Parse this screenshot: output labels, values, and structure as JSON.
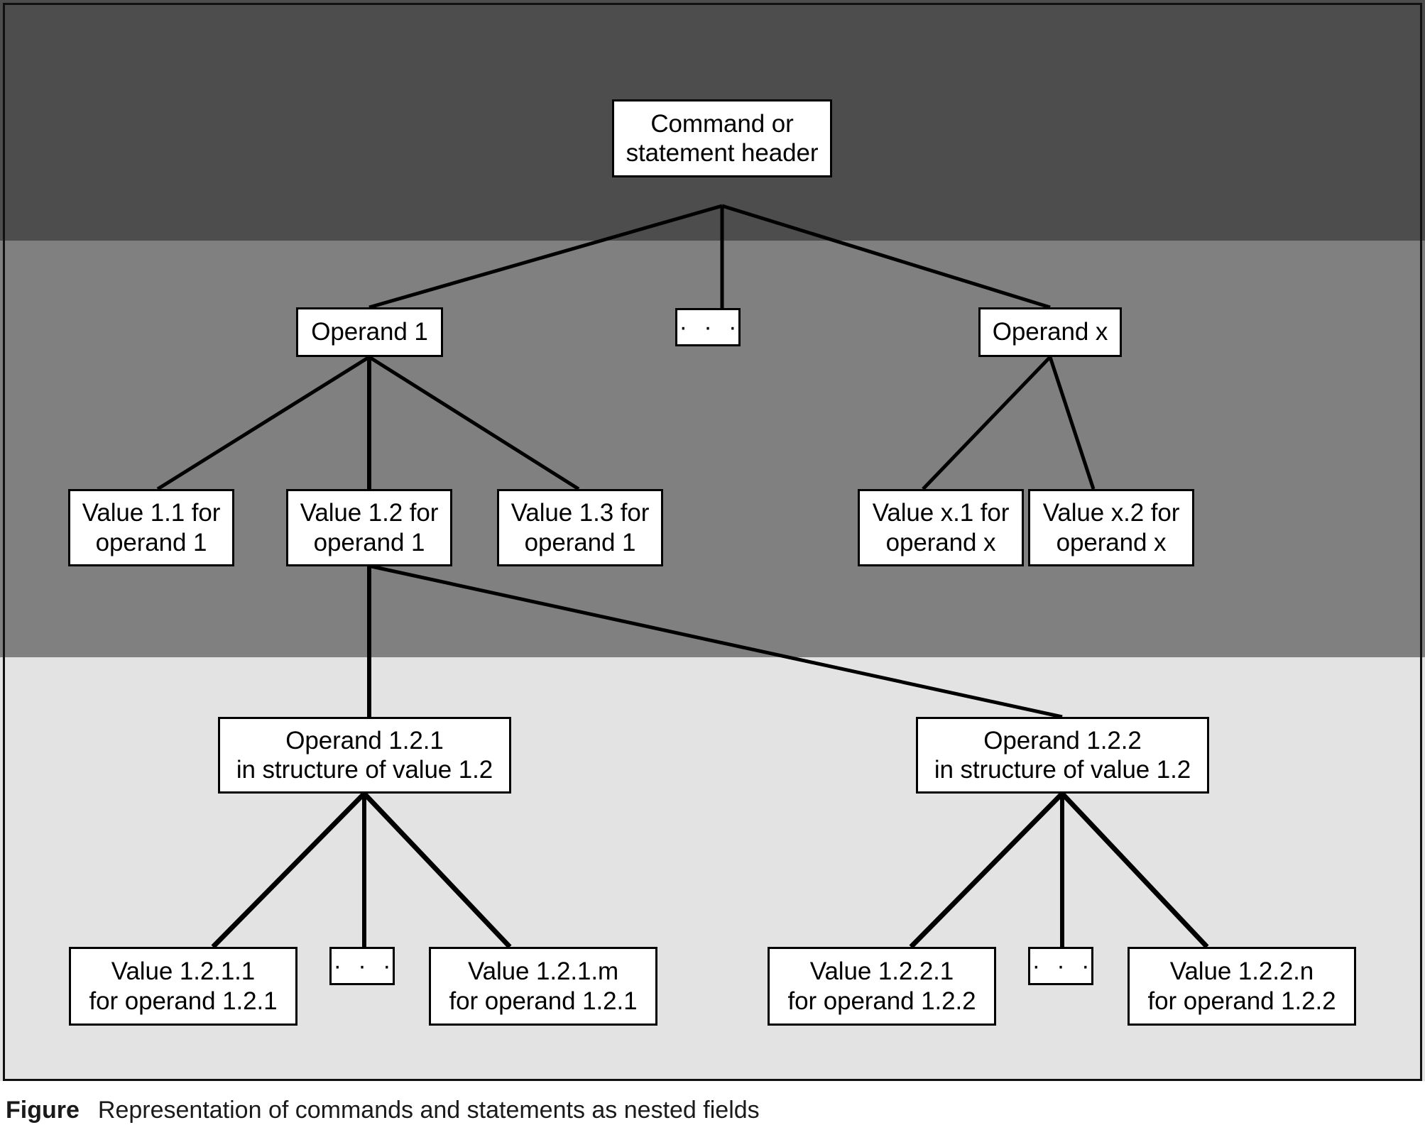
{
  "figure": {
    "caption_label": "Figure",
    "caption_text": "Representation of commands and statements as nested fields",
    "bands": [
      {
        "name": "header-level-band",
        "color": "#4d4d4d"
      },
      {
        "name": "operand-level-band",
        "color": "#808080"
      },
      {
        "name": "nested-operand-level-band",
        "color": "#e3e3e3"
      }
    ],
    "border_color": "#111111",
    "node_fill": "#ffffff",
    "node_stroke": "#000000"
  },
  "nodes": {
    "header": {
      "line1": "Command or",
      "line2": "statement header"
    },
    "operand1": {
      "line1": "Operand 1"
    },
    "operand_ellipsis": {
      "line1": "· · ·"
    },
    "operandx": {
      "line1": "Operand x"
    },
    "value11": {
      "line1": "Value 1.1 for",
      "line2": "operand 1"
    },
    "value12": {
      "line1": "Value 1.2 for",
      "line2": "operand 1"
    },
    "value13": {
      "line1": "Value 1.3 for",
      "line2": "operand 1"
    },
    "valuex1": {
      "line1": "Value x.1 for",
      "line2": "operand x"
    },
    "valuex2": {
      "line1": "Value x.2 for",
      "line2": "operand x"
    },
    "operand121": {
      "line1": "Operand 1.2.1",
      "line2": "in structure of value 1.2"
    },
    "operand122": {
      "line1": "Operand 1.2.2",
      "line2": "in structure of value 1.2"
    },
    "value1211": {
      "line1": "Value 1.2.1.1",
      "line2": "for operand 1.2.1"
    },
    "value121_ellipsis": {
      "line1": "· · ·"
    },
    "value121m": {
      "line1": "Value 1.2.1.m",
      "line2": "for operand 1.2.1"
    },
    "value1221": {
      "line1": "Value 1.2.2.1",
      "line2": "for operand 1.2.2"
    },
    "value122_ellipsis": {
      "line1": "· · ·"
    },
    "value122n": {
      "line1": "Value 1.2.2.n",
      "line2": "for operand 1.2.2"
    }
  }
}
